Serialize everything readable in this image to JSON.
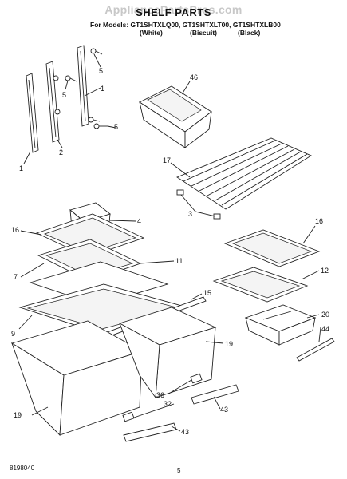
{
  "header": {
    "watermark": "AppliancePartsPros.com",
    "title": "SHELF PARTS",
    "models_line": "For Models: GT1SHTXLQ00, GT1SHTXLT00, GT1SHTXLB00",
    "colors": [
      "(White)",
      "(Biscuit)",
      "(Black)"
    ]
  },
  "callouts": [
    "1",
    "1",
    "2",
    "5",
    "5",
    "5",
    "46",
    "17",
    "3",
    "4",
    "16",
    "16",
    "7",
    "11",
    "12",
    "15",
    "9",
    "19",
    "19",
    "20",
    "44",
    "36",
    "32",
    "43",
    "43"
  ],
  "footer": {
    "code": "8198040",
    "page": "5"
  }
}
